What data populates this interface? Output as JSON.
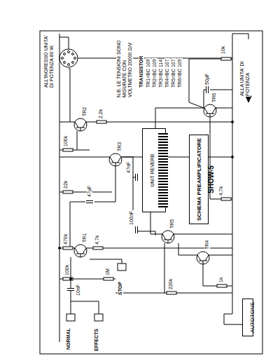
{
  "diagram": {
    "title": "SCHEMA PREAMPLIFICATORE",
    "nodes": [
      {
        "text": [
          "UNIT REVERB"
        ]
      },
      {
        "text": [
          "AUTOTONE"
        ]
      },
      {
        "text": [
          "SCHEMA PREAMPLIFICATORE",
          "SHOW-5"
        ]
      }
    ],
    "labels": [
      "ALL'INGRESSO UNITA' DI POTENZA 80 W.",
      "NORMAL",
      "EFFECTS",
      "STOP",
      "N.B. LE TENSIONI SONO MISURATE CON VOLTMETRO 20000 Ω/V",
      "TRANSISTOR",
      "TR1=BC 109",
      "TR2=BC 109",
      "TR3=BC 114",
      "TR4=BC 107",
      "TR5=BC 107",
      "TR6=BC 109",
      "TR1",
      "TR2",
      "TR3",
      "TR4",
      "TR5",
      "TR6",
      "ALLA UNITA' DI POTENZA",
      "100k",
      "470k",
      "4,7k",
      "10nF",
      "47µF",
      "22k",
      "1M",
      "100k",
      "2,2k",
      "47nF",
      "100nF",
      "220k",
      "1k",
      "50µF",
      "4,7k",
      "10k"
    ]
  }
}
